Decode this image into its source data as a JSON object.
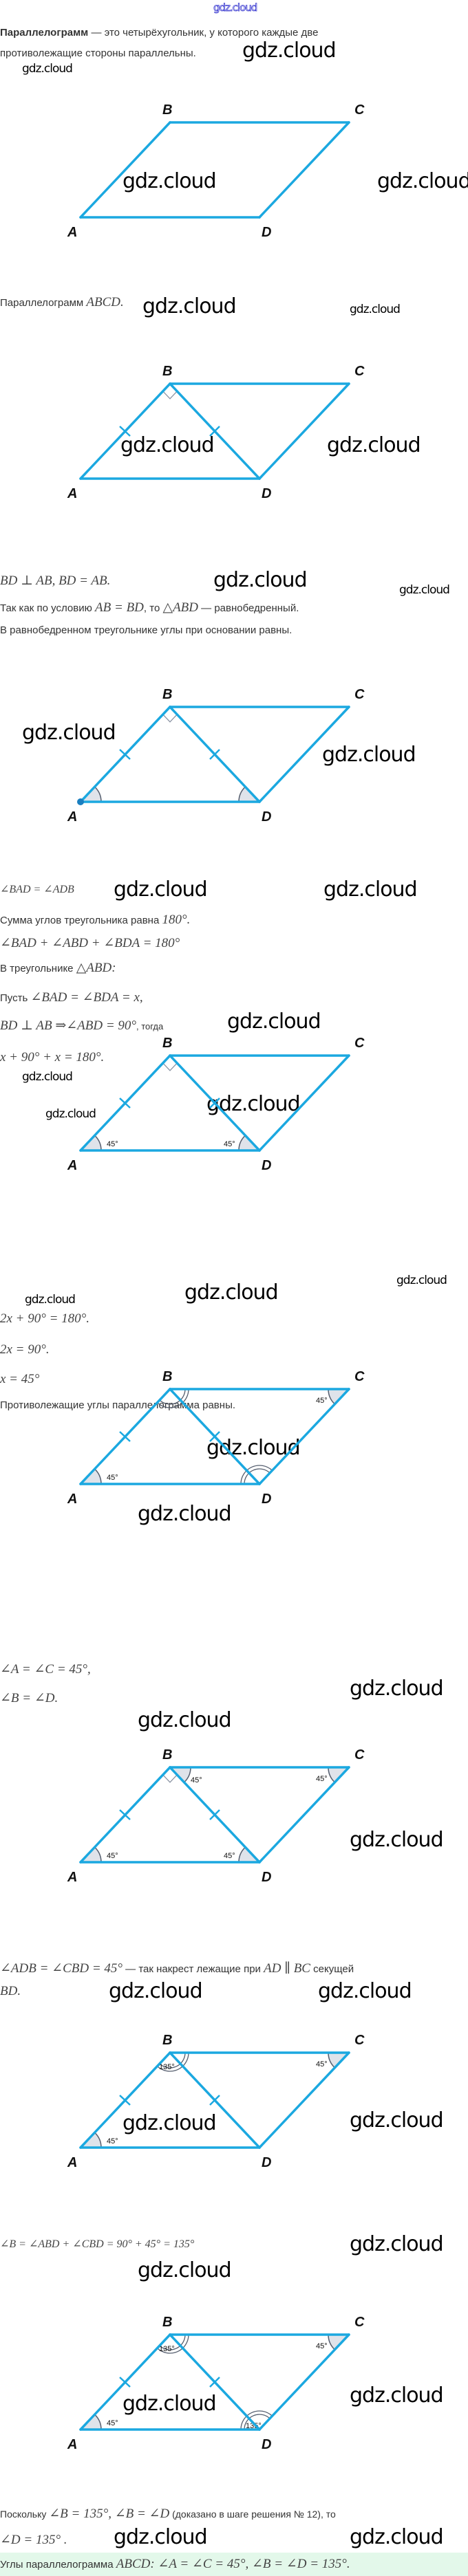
{
  "watermark": "gdz.cloud",
  "intro": {
    "term": "Параллелограмм",
    "rest": " — это четырёхугольник, у которого каждые две",
    "line2": "противолежащие стороны параллельны."
  },
  "s1": {
    "text": "Параллелограмм ",
    "math": "ABCD."
  },
  "s2": {
    "l1": "BD ⊥ AB, BD = AB.",
    "l2a": "Так как по условию ",
    "l2m1": "AB = BD",
    "l2b": ", то ",
    "l2m2": "△ABD",
    "l2c": " — равнобедренный.",
    "l3": "В равнобедренном треугольнике углы при основании равны."
  },
  "s3": {
    "l1": "∠BAD = ∠ADB",
    "l2a": "Сумма углов треугольника равна ",
    "l2m": "180°.",
    "l3": "∠BAD + ∠ABD + ∠BDA = 180°",
    "l4a": "В треугольнике ",
    "l4m": "△ABD:",
    "l5a": "Пусть ",
    "l5m": "∠BAD = ∠BDA = x,",
    "l6m": "BD ⊥ AB ⇒∠ABD = 90°",
    "l6a": ", тогда",
    "l7": "x + 90° + x = 180°."
  },
  "s4": {
    "l1": "2x + 90° = 180°.",
    "l2": "2x = 90°.",
    "l3": "x = 45°",
    "l4": "Противолежащие углы параллелограмма равны."
  },
  "s5": {
    "l1": "∠A = ∠C = 45°,",
    "l2": "∠B = ∠D."
  },
  "s6": {
    "l1m": "∠ADB = ∠CBD = 45°",
    "l1a": " — так накрест лежащие при ",
    "l1m2": "AD ∥ BC",
    "l1b": " секущей",
    "l2": "BD."
  },
  "s7": {
    "l1": "∠B = ∠ABD + ∠CBD = 90° + 45° = 135°"
  },
  "s8": {
    "l1a": "Поскольку ",
    "l1m": "∠B = 135°, ∠B = ∠D",
    "l1b": " (доказано в шаге решения № 12), то",
    "l2": "∠D = 135° ."
  },
  "answer": {
    "text": "Углы параллелограмма ",
    "math": "ABCD: ∠A = ∠C = 45°, ∠B = ∠D = 135°."
  },
  "colors": {
    "line": "#1ba8e0",
    "fill": "#dfe3ea",
    "arc": "#555e6e",
    "answer_bg": "#e3f8ea"
  },
  "diagrams": [
    {
      "vertices": [
        "A",
        "B",
        "C",
        "D"
      ],
      "diagonal": false,
      "right_angle": false,
      "ticks": false,
      "dot": false,
      "angles": []
    },
    {
      "vertices": [
        "A",
        "B",
        "C",
        "D"
      ],
      "diagonal": true,
      "right_angle": true,
      "ticks": true,
      "dot": false,
      "angles": []
    },
    {
      "vertices": [
        "A",
        "B",
        "C",
        "D"
      ],
      "diagonal": true,
      "right_angle": true,
      "ticks": true,
      "dot": true,
      "angles": [
        {
          "at": "A",
          "kind": "single",
          "label": ""
        },
        {
          "at": "DB",
          "kind": "single",
          "label": ""
        }
      ]
    },
    {
      "vertices": [
        "A",
        "B",
        "C",
        "D"
      ],
      "diagonal": true,
      "right_angle": true,
      "ticks": true,
      "dot": false,
      "angles": [
        {
          "at": "A",
          "kind": "single",
          "label": "45°"
        },
        {
          "at": "DB",
          "kind": "single",
          "label": "45°"
        }
      ]
    },
    {
      "vertices": [
        "A",
        "B",
        "C",
        "D"
      ],
      "diagonal": true,
      "right_angle": false,
      "ticks": true,
      "dot": false,
      "angles": [
        {
          "at": "A",
          "kind": "single",
          "label": "45°"
        },
        {
          "at": "C",
          "kind": "single",
          "label": "45°"
        },
        {
          "at": "B",
          "kind": "double",
          "label": ""
        },
        {
          "at": "D",
          "kind": "double",
          "label": ""
        }
      ]
    },
    {
      "vertices": [
        "A",
        "B",
        "C",
        "D"
      ],
      "diagonal": true,
      "right_angle": true,
      "ticks": true,
      "dot": false,
      "angles": [
        {
          "at": "A",
          "kind": "single",
          "label": "45°"
        },
        {
          "at": "DB",
          "kind": "single",
          "label": "45°"
        },
        {
          "at": "BC",
          "kind": "single",
          "label": "45°"
        },
        {
          "at": "C",
          "kind": "single",
          "label": "45°"
        }
      ]
    },
    {
      "vertices": [
        "A",
        "B",
        "C",
        "D"
      ],
      "diagonal": true,
      "right_angle": false,
      "ticks": true,
      "dot": false,
      "angles": [
        {
          "at": "A",
          "kind": "single",
          "label": "45°"
        },
        {
          "at": "C",
          "kind": "single",
          "label": "45°"
        },
        {
          "at": "B",
          "kind": "double",
          "label": "135°"
        }
      ]
    },
    {
      "vertices": [
        "A",
        "B",
        "C",
        "D"
      ],
      "diagonal": true,
      "right_angle": false,
      "ticks": true,
      "dot": false,
      "angles": [
        {
          "at": "A",
          "kind": "single",
          "label": "45°"
        },
        {
          "at": "C",
          "kind": "single",
          "label": "45°"
        },
        {
          "at": "B",
          "kind": "double",
          "label": "135°"
        },
        {
          "at": "D",
          "kind": "double",
          "label": "135°"
        }
      ]
    }
  ]
}
